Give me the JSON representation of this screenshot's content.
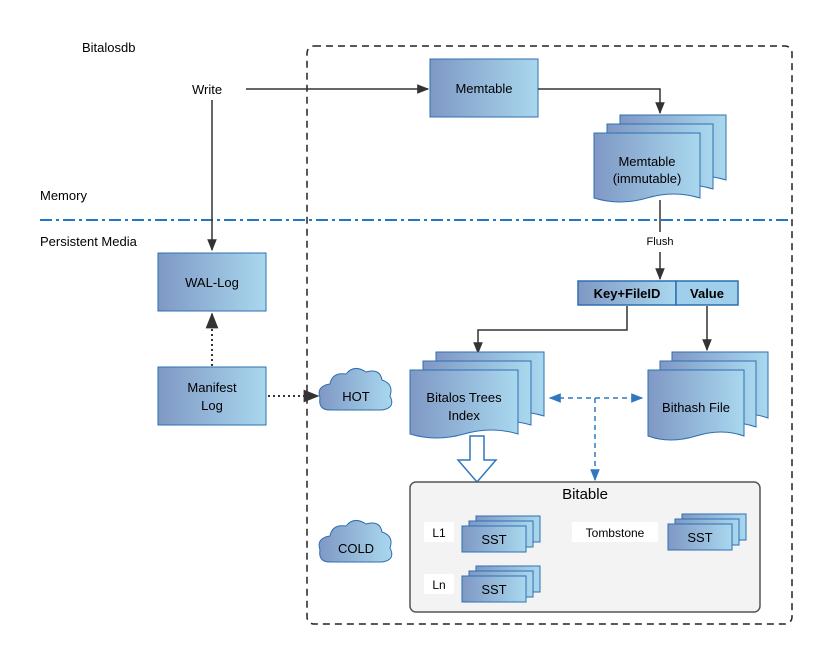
{
  "diagram": {
    "title": "Bitalosdb",
    "write_label": "Write",
    "memory_label": "Memory",
    "persistent_label": "Persistent Media",
    "memtable": "Memtable",
    "memtable_imm_line1": "Memtable",
    "memtable_imm_line2": "(immutable)",
    "flush_label": "Flush",
    "key_fileid": "Key+FileID",
    "value": "Value",
    "wal_log": "WAL-Log",
    "manifest_line1": "Manifest",
    "manifest_line2": "Log",
    "hot": "HOT",
    "cold": "COLD",
    "trees_line1": "Bitalos Trees",
    "trees_line2": "Index",
    "bithash": "Bithash File",
    "bitable": "Bitable",
    "l1": "L1",
    "ln": "Ln",
    "tombstone": "Tombstone",
    "sst": "SST"
  },
  "colors": {
    "box_gradient_start": "#7f98c4",
    "box_gradient_end": "#a9d8ee",
    "box_border": "#2f6fb0",
    "arrow": "#333333",
    "memory_divider": "#1f78c8",
    "bitable_bg": "#f3f3f3"
  }
}
